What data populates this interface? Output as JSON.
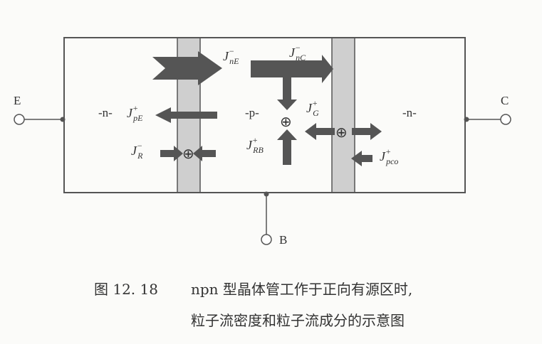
{
  "regions": {
    "emitter": "-n-",
    "base": "-p-",
    "collector": "-n-"
  },
  "terminals": {
    "emitter": "E",
    "base": "B",
    "collector": "C"
  },
  "currents": {
    "JnE": {
      "main": "J",
      "sup": "−",
      "sub": "nE"
    },
    "JnC": {
      "main": "J",
      "sup": "−",
      "sub": "nC"
    },
    "JpE": {
      "main": "J",
      "sup": "+",
      "sub": "pE"
    },
    "JG": {
      "main": "J",
      "sup": "+",
      "sub": "G"
    },
    "JR": {
      "main": "J",
      "sup": "−",
      "sub": "R"
    },
    "JRB": {
      "main": "J",
      "sup": "+",
      "sub": "RB"
    },
    "Jpco": {
      "main": "J",
      "sup": "+",
      "sub": "pco"
    }
  },
  "symbols": {
    "recombination": "⊕"
  },
  "caption": {
    "number": "图 12. 18",
    "line1": "npn 型晶体管工作于正向有源区时,",
    "line2": "粒子流密度和粒子流成分的示意图"
  }
}
